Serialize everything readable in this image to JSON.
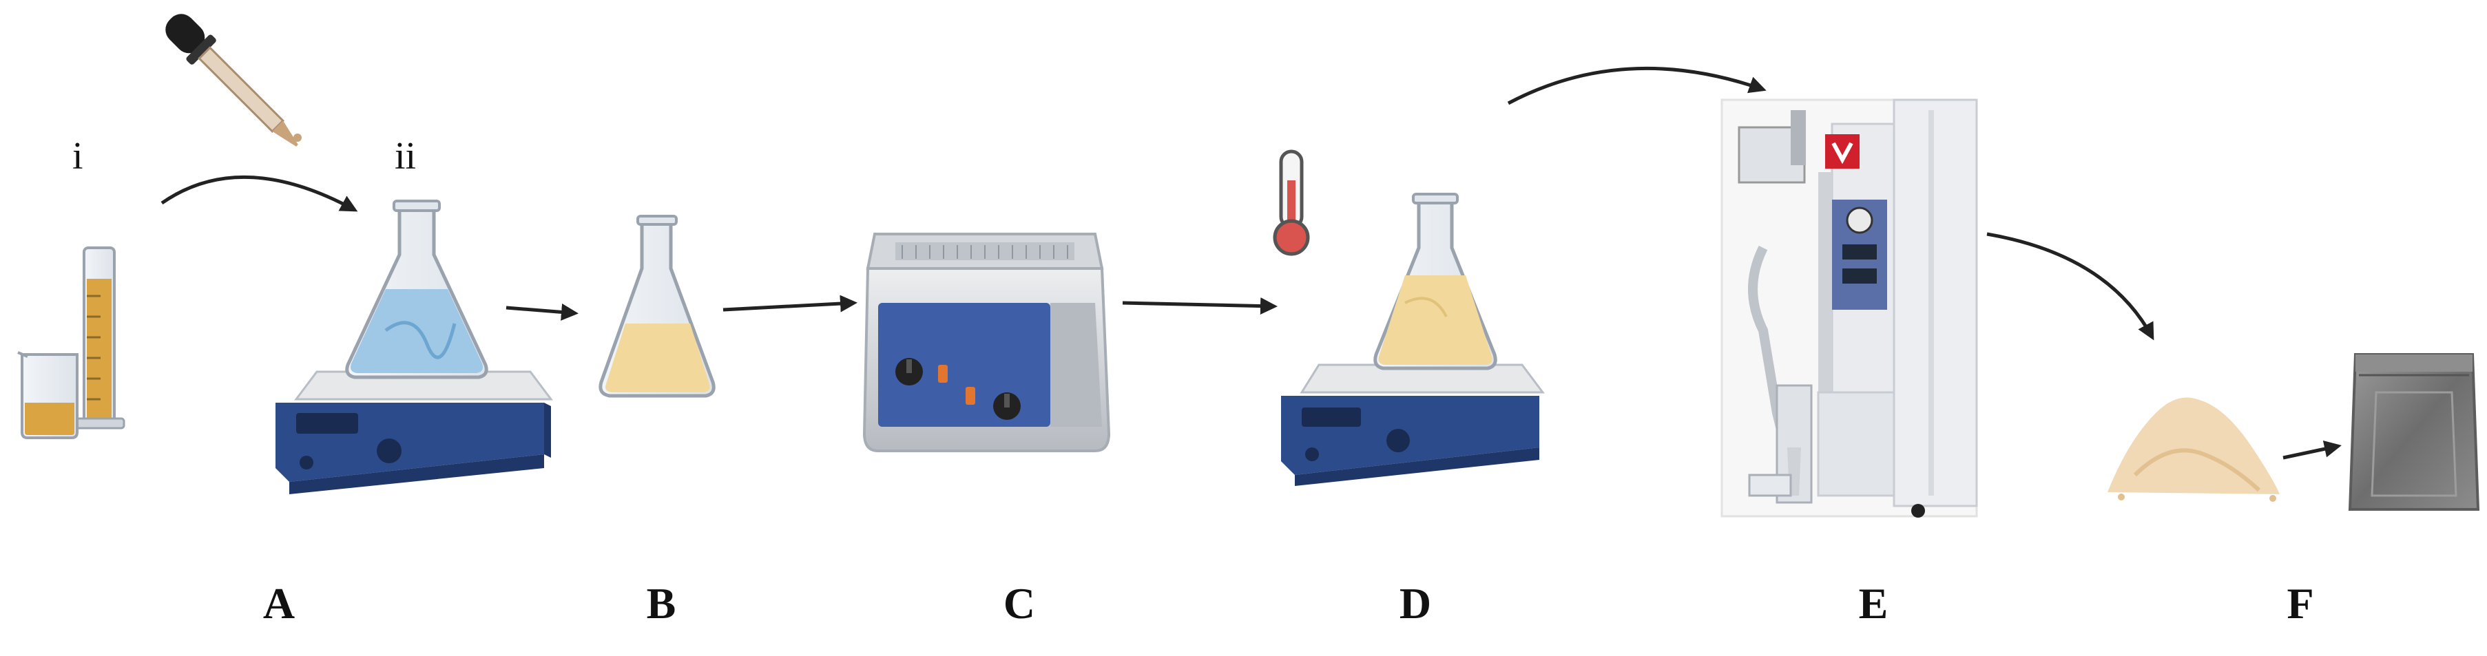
{
  "labels": {
    "sub_i": "i",
    "sub_ii": "ii",
    "A": "A",
    "B": "B",
    "C": "C",
    "D": "D",
    "E": "E",
    "F": "F"
  },
  "colors": {
    "arrow": "#222222",
    "stirrer_body": "#2c4b8a",
    "stirrer_plate": "#e6e8ea",
    "liquid_yellow": "#f2d89b",
    "liquid_blue": "#9fc7e6",
    "amber": "#d9a441",
    "bath_panel": "#3e5fa8",
    "steel": "#c9ccd1",
    "thermo_red": "#d9534f",
    "powder": "#f1d9b5",
    "bag": "#7c7c7c",
    "brand_red": "#d0202b"
  },
  "icons": [
    "dropper-icon",
    "thermometer-icon",
    "beaker-icon",
    "graduated-cylinder-icon",
    "erlenmeyer-flask-icon",
    "magnetic-stirrer-icon",
    "ultrasonic-bath-icon",
    "spray-dryer-icon",
    "powder-pile-icon",
    "storage-bag-icon"
  ]
}
